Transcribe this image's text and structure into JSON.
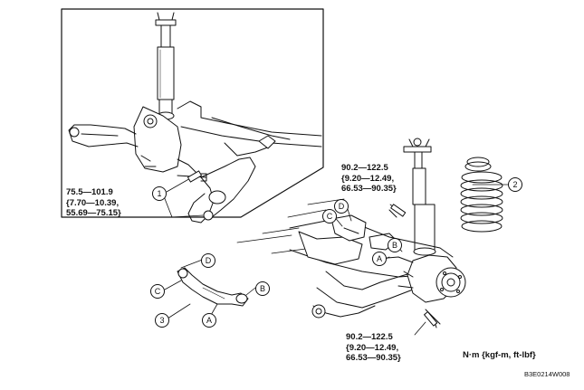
{
  "torque_specs": {
    "inset_spec": [
      "75.5—101.9",
      "{7.70—10.39,",
      "55.69—75.15}"
    ],
    "upper_spec": [
      "90.2—122.5",
      "{9.20—12.49,",
      "66.53—90.35}"
    ],
    "lower_spec": [
      "90.2—122.5",
      "{9.20—12.49,",
      "66.53—90.35}"
    ]
  },
  "callouts": {
    "one": "1",
    "two": "2",
    "three": "3",
    "a": "A",
    "b": "B",
    "c": "C",
    "d": "D"
  },
  "units": "N·m {kgf-m, ft-lbf}",
  "figure_code": "B3E0214W008"
}
